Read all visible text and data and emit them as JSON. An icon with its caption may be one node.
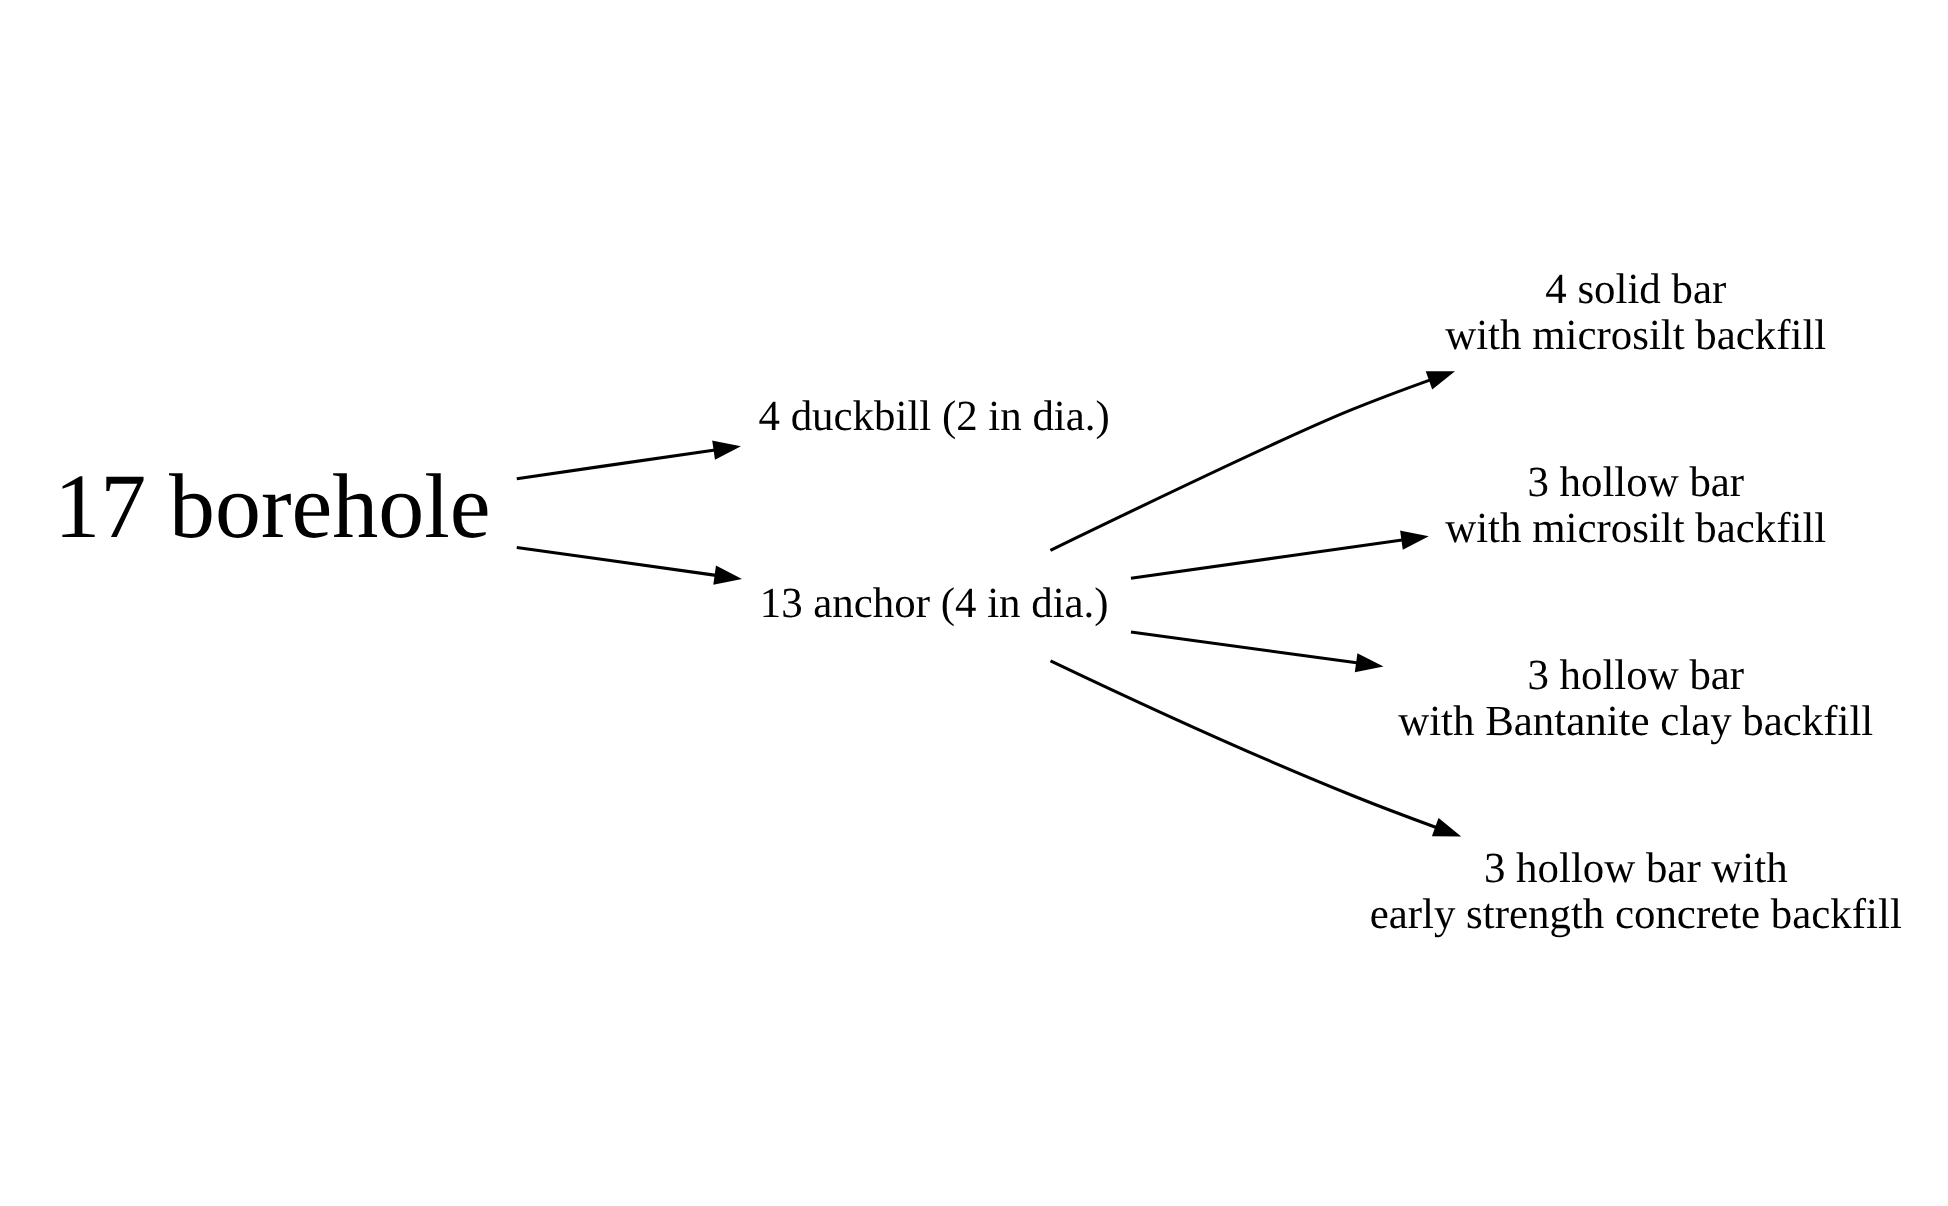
{
  "diagram": {
    "nodes": [
      {
        "text": [
          "17 borehole"
        ]
      },
      {
        "text": [
          "4 duckbill (2 in dia.)"
        ]
      },
      {
        "text": [
          "13 anchor (4 in dia.)"
        ]
      },
      {
        "text": [
          "4 solid bar with microsilt backfill"
        ]
      },
      {
        "text": [
          "3 hollow bar with microsilt backfill"
        ]
      },
      {
        "text": [
          "3 hollow bar with Bantanite clay backfill"
        ]
      },
      {
        "text": [
          "3 hollow bar with early strength concrete backfill"
        ]
      }
    ],
    "edges": [
      {
        "from": 0,
        "to": 1,
        "arrow": "to"
      },
      {
        "from": 0,
        "to": 2,
        "arrow": "to"
      },
      {
        "from": 2,
        "to": 3,
        "arrow": "to"
      },
      {
        "from": 2,
        "to": 4,
        "arrow": "to"
      },
      {
        "from": 2,
        "to": 5,
        "arrow": "to"
      },
      {
        "from": 2,
        "to": 6,
        "arrow": "to"
      }
    ]
  }
}
